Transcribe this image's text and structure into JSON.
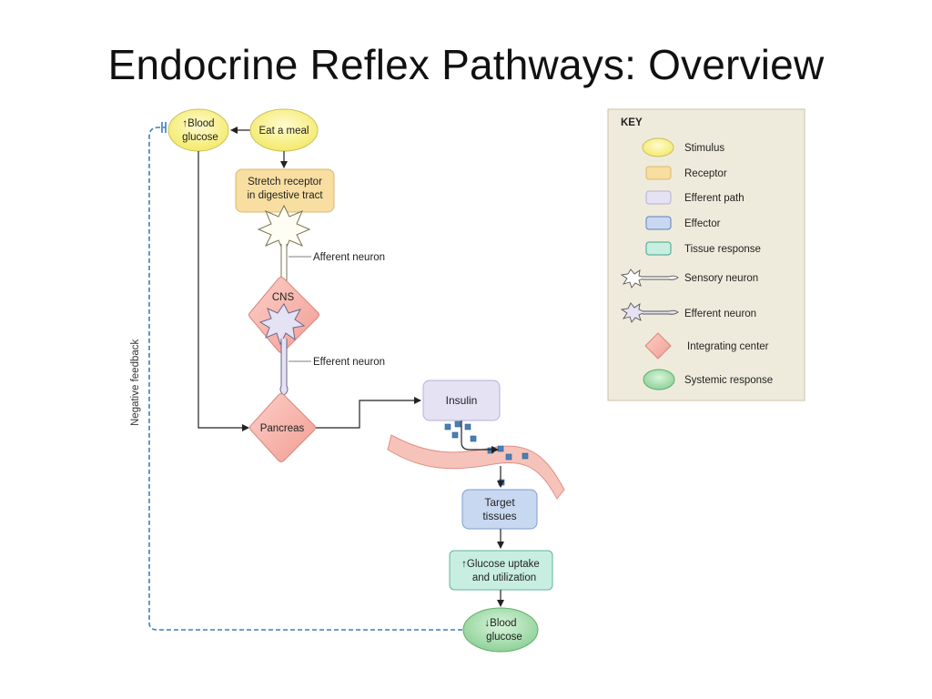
{
  "title": "Endocrine Reflex Pathways: Overview",
  "diagram": {
    "stimulus_blood_glucose": {
      "arrow": "↑",
      "line1": "Blood",
      "line2": "glucose"
    },
    "stimulus_meal": "Eat a meal",
    "receptor": {
      "line1": "Stretch receptor",
      "line2": "in digestive tract"
    },
    "afferent_neuron_label": "Afferent neuron",
    "cns_label": "CNS",
    "efferent_neuron_label": "Efferent neuron",
    "pancreas_label": "Pancreas",
    "insulin_label": "Insulin",
    "target": {
      "line1": "Target",
      "line2": "tissues"
    },
    "tissue_response": {
      "arrow": "↑",
      "line1": "Glucose uptake",
      "line2": "and utilization"
    },
    "systemic_response": {
      "arrow": "↓",
      "line1": "Blood",
      "line2": "glucose"
    },
    "feedback_label": "Negative feedback",
    "feedback_symbol": "⊣"
  },
  "key": {
    "title": "KEY",
    "items": [
      {
        "label": "Stimulus",
        "icon": "ellipse-icon",
        "color": "#f6f08a"
      },
      {
        "label": "Receptor",
        "icon": "rounded-rect-icon",
        "color": "#f8dea0"
      },
      {
        "label": "Efferent path",
        "icon": "rounded-rect-icon",
        "color": "#e4e2f3"
      },
      {
        "label": "Effector",
        "icon": "rounded-rect-icon",
        "color": "#c9d8f1"
      },
      {
        "label": "Tissue response",
        "icon": "rounded-rect-icon",
        "color": "#c8eee2"
      },
      {
        "label": "Sensory neuron",
        "icon": "sensory-neuron-icon",
        "color": "#ffffff"
      },
      {
        "label": "Efferent neuron",
        "icon": "efferent-neuron-icon",
        "color": "#e4e2f3"
      },
      {
        "label": "Integrating center",
        "icon": "diamond-icon",
        "color": "#f4a9a1"
      },
      {
        "label": "Systemic response",
        "icon": "green-ellipse-icon",
        "color": "#9ed8a5"
      }
    ]
  },
  "colors": {
    "stimulus": "#f6f08a",
    "receptor": "#f8dea0",
    "efferent_path": "#e4e2f3",
    "effector": "#c9d8f1",
    "tissue_response": "#c8eee2",
    "integrating_center": "#f4a9a1",
    "systemic_response": "#9ed8a5",
    "feedback_line": "#3a7fc0",
    "blood_vessel": "#f3b3a8",
    "key_background": "#efebdc"
  }
}
